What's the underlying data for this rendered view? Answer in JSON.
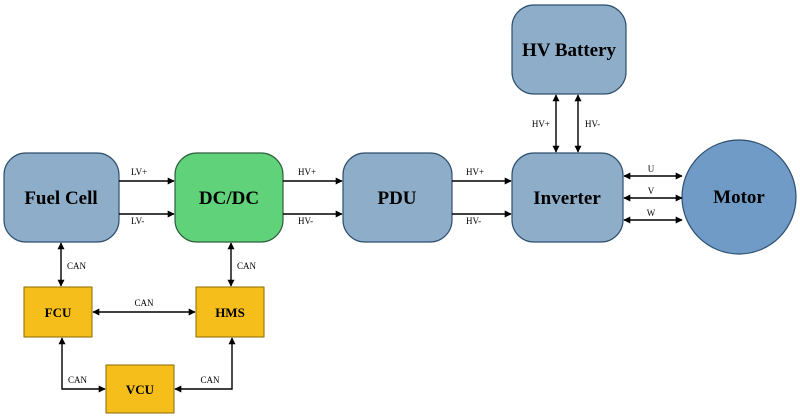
{
  "nodes": {
    "fuel_cell": "Fuel Cell",
    "dcdc": "DC/DC",
    "pdu": "PDU",
    "inverter": "Inverter",
    "motor": "Motor",
    "hv_battery": "HV Battery",
    "fcu": "FCU",
    "hms": "HMS",
    "vcu": "VCU"
  },
  "labels": {
    "fc_dc_top": "LV+",
    "fc_dc_bottom": "LV-",
    "dc_pdu_top": "HV+",
    "dc_pdu_bottom": "HV-",
    "pdu_inv_top": "HV+",
    "pdu_inv_bottom": "HV-",
    "bat_inv_left": "HV+",
    "bat_inv_right": "HV-",
    "inv_motor_u": "U",
    "inv_motor_v": "V",
    "inv_motor_w": "W",
    "fc_fcu": "CAN",
    "dc_hms": "CAN",
    "fcu_hms": "CAN",
    "fcu_vcu": "CAN",
    "hms_vcu": "CAN"
  },
  "colors": {
    "blue_block": "#8eadc8",
    "dcdc_green": "#5fd27a",
    "motor_blue": "#6f9bc6",
    "controller_yellow": "#f5be1b",
    "stroke": "#2f4f6f"
  }
}
